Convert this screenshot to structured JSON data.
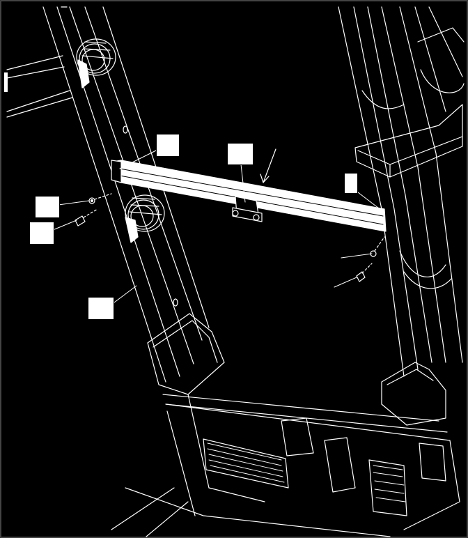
{
  "figure": {
    "background": "#000000",
    "line_color": "#ffffff",
    "callouts": [
      {
        "id": "A",
        "label": ""
      },
      {
        "id": "B",
        "label": ""
      },
      {
        "id": "C",
        "label": ""
      },
      {
        "id": "D",
        "label": ""
      },
      {
        "id": "E",
        "label": ""
      },
      {
        "id": "F",
        "label": ""
      }
    ]
  }
}
